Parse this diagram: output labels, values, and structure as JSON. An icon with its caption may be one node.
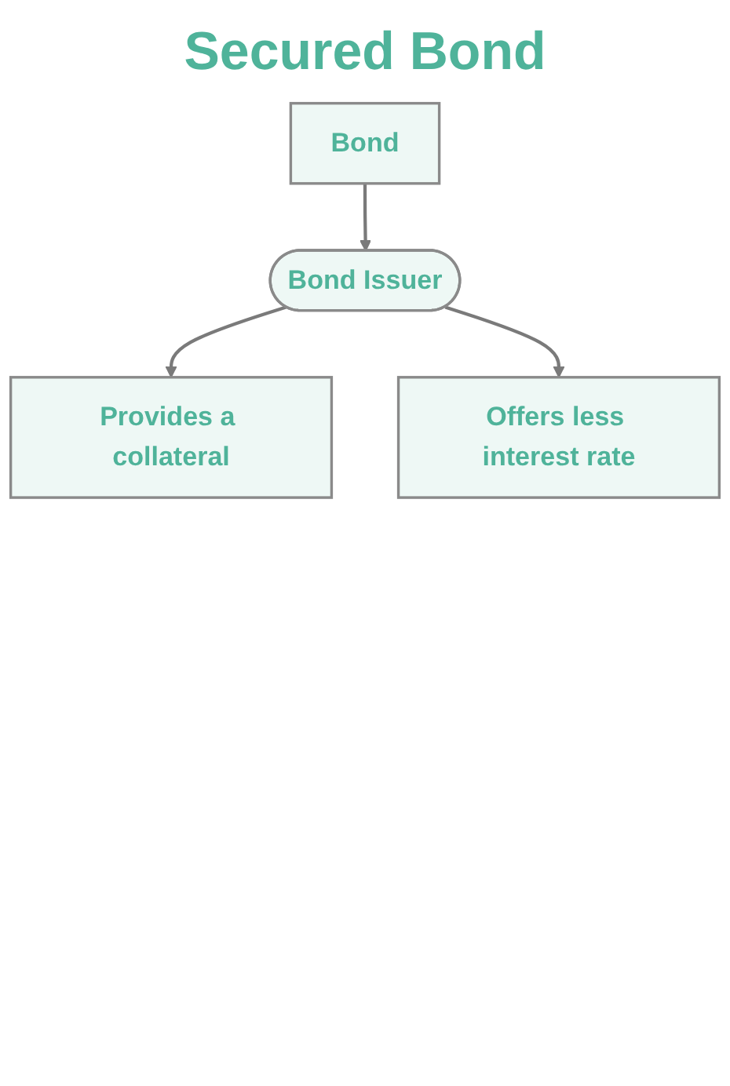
{
  "diagram": {
    "title": "Secured Bond",
    "nodes": [
      {
        "text": [
          "Bond"
        ]
      },
      {
        "text": [
          "Bond Issuer"
        ]
      },
      {
        "text": [
          "Provides a collateral"
        ]
      },
      {
        "text": [
          "Offers less interest rate"
        ]
      }
    ],
    "edges": [
      {
        "from": 0,
        "to": 1,
        "arrow": "to"
      },
      {
        "from": 1,
        "to": 2,
        "arrow": "to"
      },
      {
        "from": 1,
        "to": 3,
        "arrow": "to"
      }
    ]
  }
}
